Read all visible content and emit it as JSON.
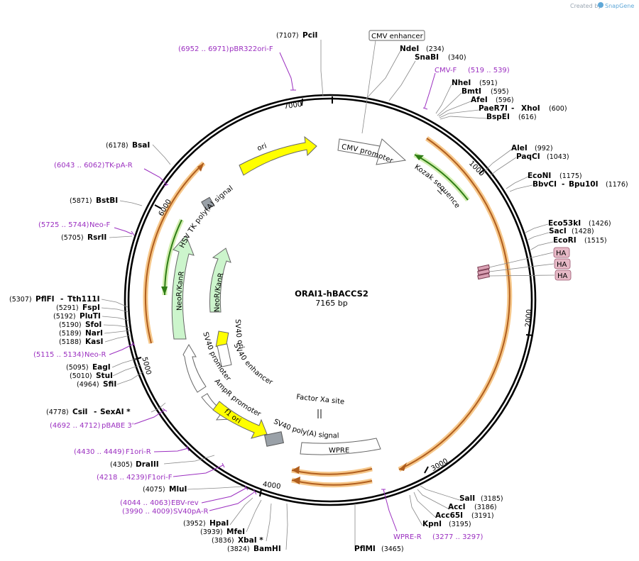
{
  "credit": {
    "prefix": "Created by",
    "brand": "SnapGene"
  },
  "map": {
    "name": "ORAI1-hBACCS2",
    "size": "7165 bp"
  },
  "ticks": [
    "1000",
    "2000",
    "3000",
    "4000",
    "5000",
    "6000",
    "7000"
  ],
  "sites": [
    {
      "name": "PciI",
      "pos": "(7107)"
    },
    {
      "name": "NdeI",
      "pos": "(234)"
    },
    {
      "name": "SnaBI",
      "pos": "(340)"
    },
    {
      "name": "NheI",
      "pos": "(591)"
    },
    {
      "name": "BmtI",
      "pos": "(595)"
    },
    {
      "name": "AfeI",
      "pos": "(596)"
    },
    {
      "name": "PaeR7I",
      "name2": "XhoI",
      "pos": "(600)"
    },
    {
      "name": "BspEI",
      "pos": "(616)"
    },
    {
      "name": "AleI",
      "pos": "(992)"
    },
    {
      "name": "PaqCI",
      "pos": "(1043)"
    },
    {
      "name": "EcoNI",
      "pos": "(1175)"
    },
    {
      "name": "BbvCI",
      "name2": "Bpu10I",
      "pos": "(1176)"
    },
    {
      "name": "Eco53kI",
      "pos": "(1426)"
    },
    {
      "name": "SacI",
      "pos": "(1428)"
    },
    {
      "name": "EcoRI",
      "pos": "(1515)"
    },
    {
      "name": "SalI",
      "pos": "(3185)"
    },
    {
      "name": "AccI",
      "pos": "(3186)"
    },
    {
      "name": "Acc65I",
      "pos": "(3191)"
    },
    {
      "name": "KpnI",
      "pos": "(3195)"
    },
    {
      "name": "PflMI",
      "pos": "(3465)"
    },
    {
      "name": "BamHI",
      "pos": "(3824)"
    },
    {
      "name": "XbaI *",
      "pos": "(3836)"
    },
    {
      "name": "MfeI",
      "pos": "(3939)"
    },
    {
      "name": "HpaI",
      "pos": "(3952)"
    },
    {
      "name": "MluI",
      "pos": "(4075)"
    },
    {
      "name": "DraIII",
      "pos": "(4305)"
    },
    {
      "name": "CsiI",
      "name2": "SexAI *",
      "pos": "(4778)"
    },
    {
      "name": "SfiI",
      "pos": "(4964)"
    },
    {
      "name": "StuI",
      "pos": "(5010)"
    },
    {
      "name": "EagI",
      "pos": "(5095)"
    },
    {
      "name": "KasI",
      "pos": "(5188)"
    },
    {
      "name": "NarI",
      "pos": "(5189)"
    },
    {
      "name": "SfoI",
      "pos": "(5190)"
    },
    {
      "name": "PluTI",
      "pos": "(5192)"
    },
    {
      "name": "FspI",
      "pos": "(5291)"
    },
    {
      "name": "PflFI",
      "name2": "Tth111I",
      "pos": "(5307)"
    },
    {
      "name": "RsrII",
      "pos": "(5705)"
    },
    {
      "name": "BstBI",
      "pos": "(5871)"
    },
    {
      "name": "BsaI",
      "pos": "(6178)"
    }
  ],
  "primers": [
    {
      "range": "(6952 .. 6971)",
      "name": "pBR322ori-F"
    },
    {
      "name": "CMV-F",
      "range": "(519 .. 539)"
    },
    {
      "range": "(6043 .. 6062)",
      "name": "TK-pA-R"
    },
    {
      "range": "(5725 .. 5744)",
      "name": "Neo-F"
    },
    {
      "range": "(5115 .. 5134)",
      "name": "Neo-R"
    },
    {
      "range": "(4692 .. 4712)",
      "name": "pBABE 3'"
    },
    {
      "range": "(4430 .. 4449)",
      "name": "F1ori-R"
    },
    {
      "range": "(4218 .. 4239)",
      "name": "F1ori-F"
    },
    {
      "range": "(4044 .. 4063)",
      "name": "EBV-rev"
    },
    {
      "range": "(3990 .. 4009)",
      "name": "SV40pA-R"
    },
    {
      "name": "WPRE-R",
      "range": "(3277 .. 3297)"
    }
  ],
  "features": {
    "cmv_enhancer": "CMV enhancer",
    "cmv_promoter": "CMV promoter",
    "kozak": "Kozak sequence",
    "ha": [
      "HA",
      "HA",
      "HA"
    ],
    "ori": "ori",
    "hsv_tk": "HSV TK poly(A) signal",
    "neo1": "NeoR/KanR",
    "neo2": "NeoR/KanR",
    "sv40_ori": "SV40 ori",
    "sv40_enh": "SV40 enhancer",
    "sv40_prom": "SV40 promoter",
    "ampr_prom": "AmpR promoter",
    "f1_ori": "f1 ori",
    "factor_xa": "Factor Xa site",
    "sv40_polya": "SV40 poly(A) signal",
    "wpre": "WPRE"
  }
}
